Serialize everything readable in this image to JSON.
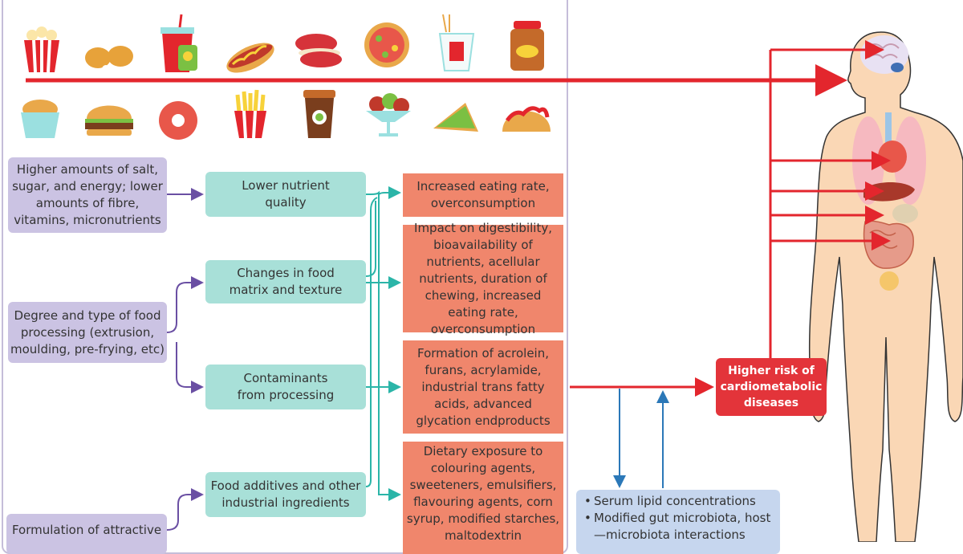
{
  "purple_boxes": [
    {
      "text": "Higher amounts of salt, sugar, and energy; lower amounts of fibre, vitamins, micronutrients"
    },
    {
      "text": "Degree and type of food processing (extrusion, moulding, pre-frying, etc)"
    },
    {
      "text": "Formulation of attractive"
    }
  ],
  "teal_boxes": [
    {
      "text": "Lower nutrient quality"
    },
    {
      "text": "Changes in food matrix and texture"
    },
    {
      "text": "Contaminants from processing"
    },
    {
      "text": "Food additives and other industrial ingredients"
    }
  ],
  "salmon_boxes": [
    {
      "text": "Increased eating rate, overconsumption"
    },
    {
      "text": "Impact on digestibility, bioavailability of nutrients, acellular nutrients, duration of chewing, increased eating rate, overconsumption"
    },
    {
      "text": "Formation of acrolein, furans, acrylamide, industrial trans fatty acids, advanced glycation endproducts"
    },
    {
      "text": "Dietary exposure to colouring agents, sweeteners, emulsifiers, flavouring agents, corn syrup, modified starches, maltodextrin"
    }
  ],
  "outcome": {
    "text": "Higher risk of cardiometabolic diseases"
  },
  "mechanisms": [
    "Serum lipid concentrations",
    "Modified gut microbiota, host —microbiota interactions"
  ],
  "food_icons_row1": [
    "popcorn-icon",
    "fried-chicken-icon",
    "soda-cup-icon",
    "hot-dog-icon",
    "macaron-icon",
    "pizza-icon",
    "takeout-box-icon",
    "jar-spread-icon"
  ],
  "food_icons_row2": [
    "chicken-nuggets-icon",
    "burger-icon",
    "donut-icon",
    "fries-icon",
    "coffee-cup-icon",
    "ice-cream-icon",
    "sandwich-icon",
    "taco-icon"
  ],
  "colors": {
    "arrow_red": "#e3262d",
    "arrow_purple": "#6a4fa3",
    "arrow_teal": "#2bb5a8",
    "arrow_blue": "#2b78b8",
    "body_skin": "#fad7b5"
  }
}
